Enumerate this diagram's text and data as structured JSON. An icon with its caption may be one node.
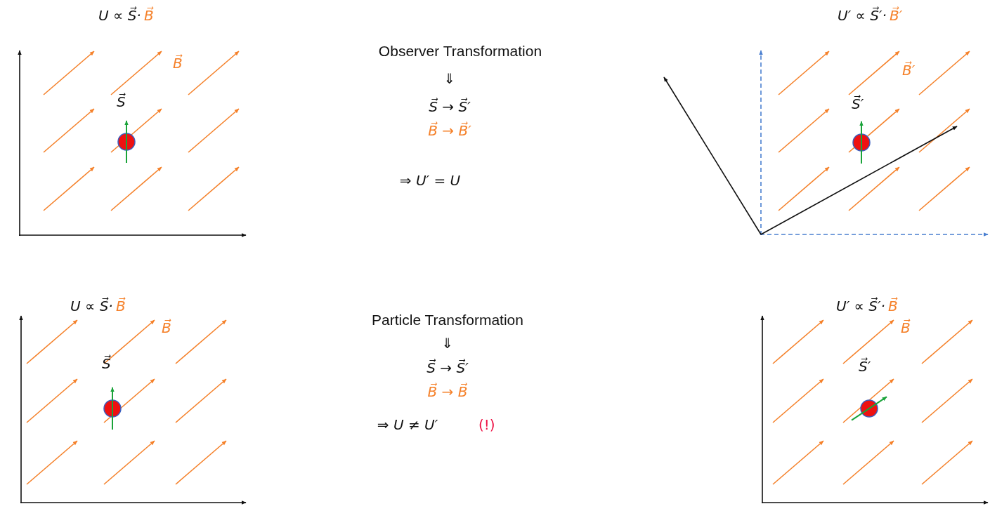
{
  "diagram": {
    "labels": [
      "U ∝ S⃗·",
      "B⃗",
      "B⃗",
      "S⃗",
      "Observer Transformation",
      "⇓",
      "S⃗ → S⃗′",
      "B⃗ → B⃗′",
      "⇒ U′ = U",
      "U′ ∝ S⃗′·",
      "B⃗′",
      "B⃗′",
      "S⃗′",
      "U ∝ S⃗·",
      "B⃗",
      "B⃗",
      "S⃗",
      "Particle Transformation",
      "⇓",
      "S⃗ → S⃗′",
      "B⃗ → B⃗",
      "⇒ U ≠ U′",
      "(!)",
      "U′ ∝ S⃗′·",
      "B⃗",
      "B⃗",
      "S⃗′"
    ]
  }
}
